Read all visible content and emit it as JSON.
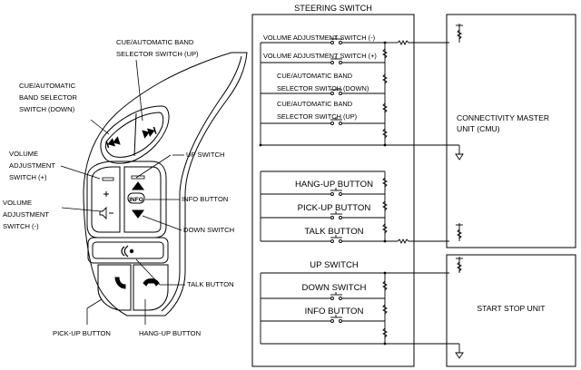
{
  "steering_labels": {
    "cue_up": [
      "CUE/AUTOMATIC BAND",
      "SELECTOR SWITCH (UP)"
    ],
    "cue_down": [
      "CUE/AUTOMATIC",
      "BAND SELECTOR",
      "SWITCH (DOWN)"
    ],
    "vol_plus": [
      "VOLUME",
      "ADJUSTMENT",
      "SWITCH (+)"
    ],
    "vol_minus": [
      "VOLUME",
      "ADJUSTMENT",
      "SWITCH (-)"
    ],
    "up_switch": "UP SWITCH",
    "info_button": "INFO BUTTON",
    "down_switch": "DOWN SWITCH",
    "talk_button": "TALK BUTTON",
    "pickup_button": "PICK-UP BUTTON",
    "hangup_button": "HANG-UP BUTTON"
  },
  "schematic": {
    "title": "STEERING SWITCH",
    "upper_switches": [
      "VOLUME ADJUSTMENT SWITCH (-)",
      "VOLUME ADJUSTMENT SWITCH (+)",
      [
        "CUE/AUTOMATIC BAND",
        "SELECTOR SWITCH (DOWN)"
      ],
      [
        "CUE/AUTOMATIC BAND",
        "SELECTOR SWITCH (UP)"
      ]
    ],
    "phone_buttons": [
      "HANG-UP BUTTON",
      "PICK-UP BUTTON",
      "TALK BUTTON"
    ],
    "lower_switches": [
      "UP SWITCH",
      "DOWN SWITCH",
      "INFO BUTTON"
    ],
    "cmu_label": [
      "CONNECTIVITY MASTER",
      "UNIT (CMU)"
    ],
    "ssu_label": "START STOP UNIT",
    "info_icon_text": "INFO"
  }
}
